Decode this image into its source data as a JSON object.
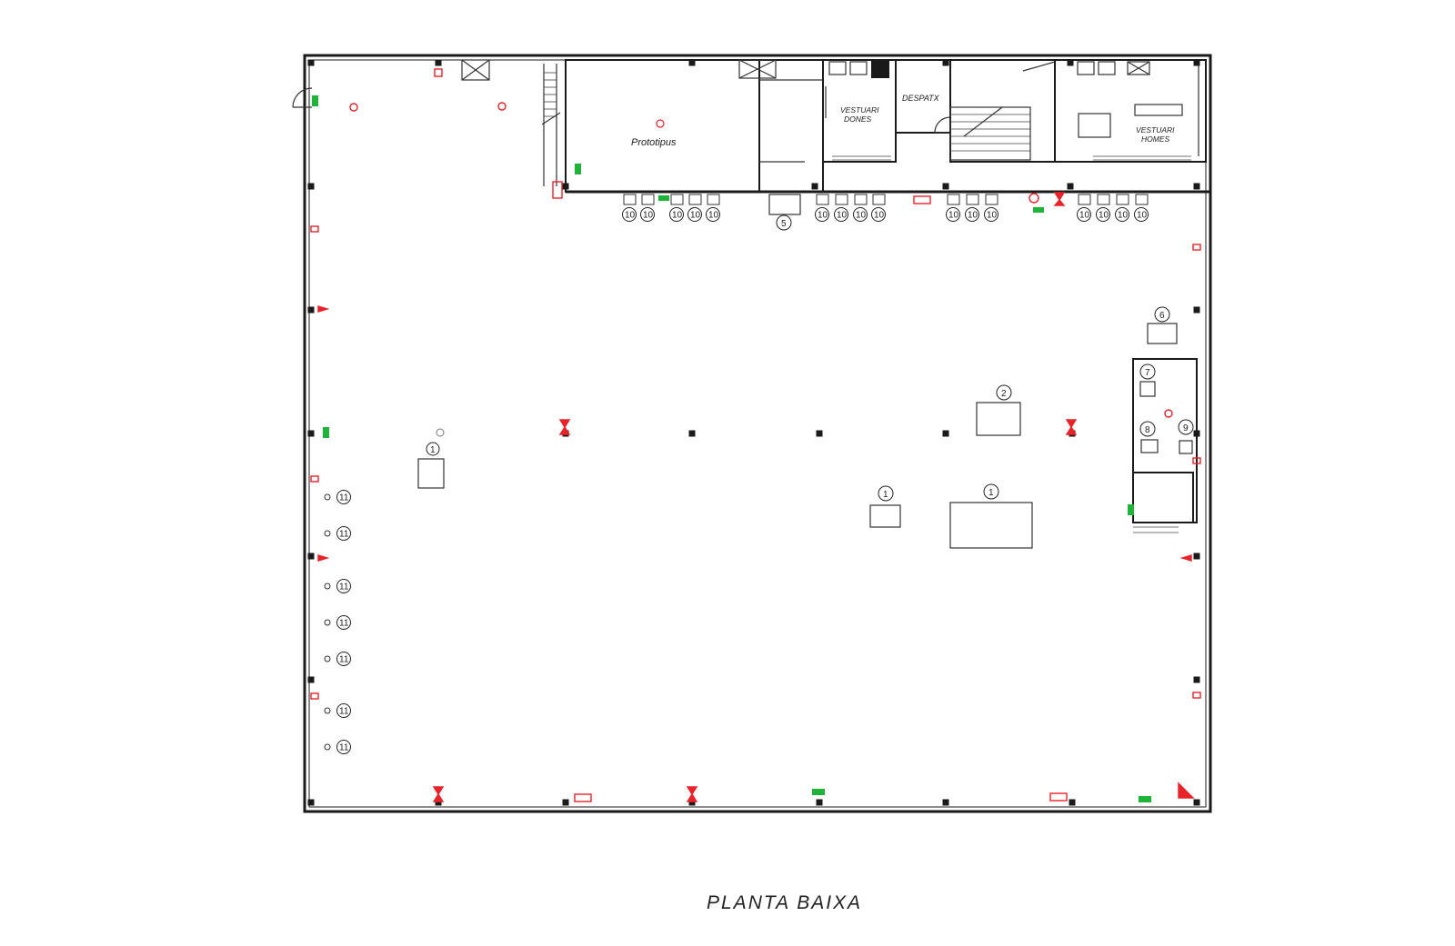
{
  "rooms": {
    "prototipus": "Prototipus",
    "vestuari_dones": [
      "VESTUARI",
      "DONES"
    ],
    "despatx": "DESPATX",
    "vestuari_homes": [
      "VESTUARI",
      "HOMES"
    ]
  },
  "equipment_tags": {
    "m1": "1",
    "m2": "2",
    "m3": "1",
    "m4": "1",
    "m5": "5",
    "m6": "6",
    "m7": "7",
    "m8": "8",
    "m9": "9"
  },
  "wall_tag": "11",
  "row_tag": "10",
  "caption": "PLANTA  BAIXA",
  "colors": {
    "line": "#1a1a1a",
    "fire_equipment": "#e8232a",
    "emergency_light": "#1fb33a"
  }
}
